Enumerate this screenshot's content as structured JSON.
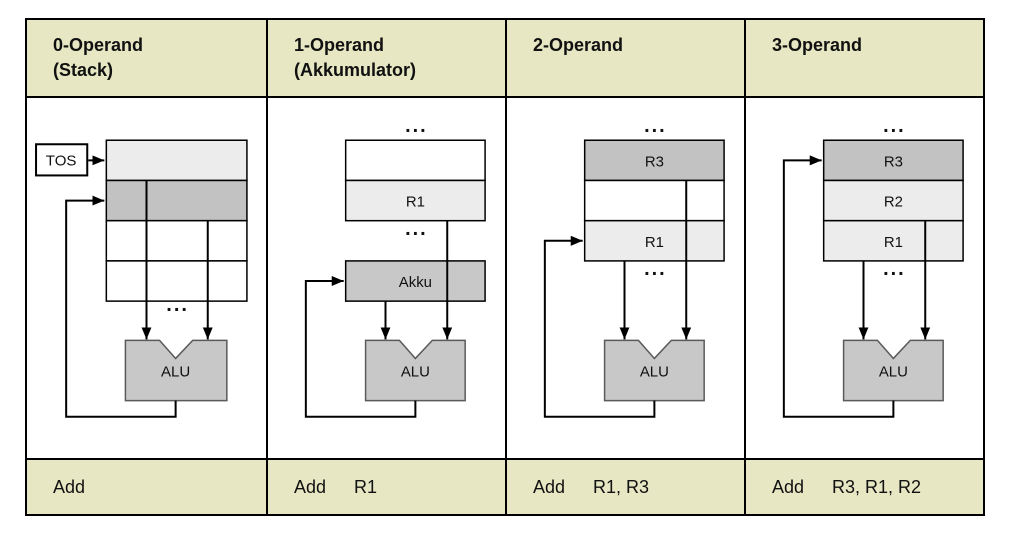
{
  "colors": {
    "band_bg": "#e7e7c3",
    "cell_light_gray": "#ececec",
    "cell_dark_gray": "#c2c2c2",
    "alu_fill": "#c8c8c8",
    "border": "#000000"
  },
  "columns": [
    {
      "header_line1": "0-Operand",
      "header_line2": "(Stack)",
      "instruction_mnemonic": "Add",
      "instruction_args": "",
      "labels": {
        "tos": "TOS",
        "dots_bottom": "...",
        "alu": "ALU"
      }
    },
    {
      "header_line1": "1-Operand",
      "header_line2": "(Akkumulator)",
      "instruction_mnemonic": "Add",
      "instruction_args": "R1",
      "labels": {
        "dots_top": "...",
        "r1": "R1",
        "dots_mid": "...",
        "akku": "Akku",
        "alu": "ALU"
      }
    },
    {
      "header_line1": "2-Operand",
      "header_line2": "",
      "instruction_mnemonic": "Add",
      "instruction_args": "R1, R3",
      "labels": {
        "dots_top": "...",
        "r3": "R3",
        "r1": "R1",
        "dots_bottom": "...",
        "alu": "ALU"
      }
    },
    {
      "header_line1": "3-Operand",
      "header_line2": "",
      "instruction_mnemonic": "Add",
      "instruction_args": "R3, R1, R2",
      "labels": {
        "dots_top": "...",
        "r3": "R3",
        "r2": "R2",
        "r1": "R1",
        "dots_bottom": "...",
        "alu": "ALU"
      }
    }
  ]
}
